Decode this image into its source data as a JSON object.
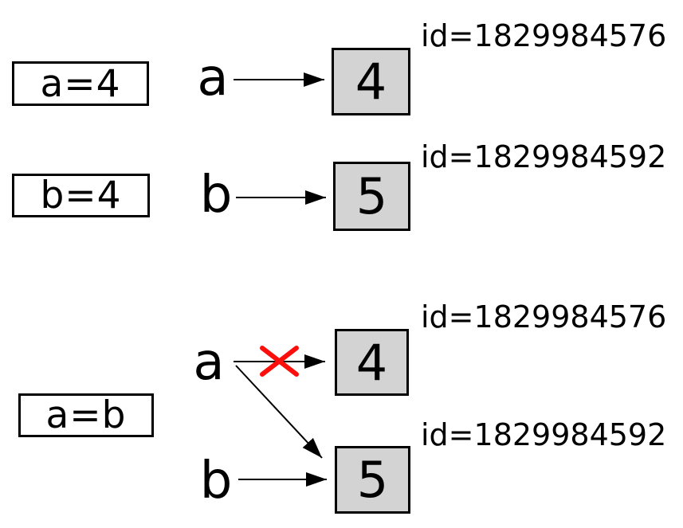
{
  "colors": {
    "background": "#ffffff",
    "object_fill": "#d3d3d3",
    "line": "#000000",
    "cross": "#fa0f0c"
  },
  "icons": {
    "arrow": "right-arrow",
    "cross": "red-x-mark"
  },
  "step1": {
    "statement": "a=4",
    "variable": "a",
    "object_value": "4",
    "object_id": "id=1829984576"
  },
  "step2": {
    "statement": "b=4",
    "variable": "b",
    "object_value": "5",
    "object_id": "id=1829984592"
  },
  "step3": {
    "statement": "a=b",
    "variable_a": "a",
    "variable_b": "b",
    "object_top_value": "4",
    "object_top_id": "id=1829984576",
    "object_bottom_value": "5",
    "object_bottom_id": "id=1829984592"
  }
}
